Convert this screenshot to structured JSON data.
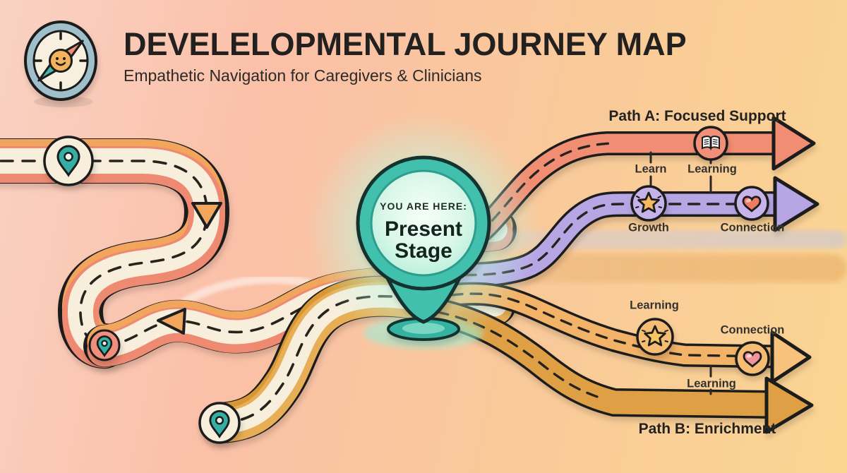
{
  "header": {
    "title": "DEVELELOPMENTAL JOURNEY MAP",
    "subtitle": "Empathetic Navigation for Caregivers & Clinicians",
    "logo_icon": "smiling-compass-icon"
  },
  "center_marker": {
    "eyebrow": "YOU ARE HERE:",
    "stage": "Present Stage",
    "icon": "map-pin-icon"
  },
  "branches": [
    {
      "id": "path-a",
      "title": "Path A: Focused Support",
      "color": "#F18D72",
      "milestones": [
        {
          "icon": "open-book-icon"
        }
      ],
      "waypoint_labels": [
        "Learn",
        "Learning"
      ]
    },
    {
      "id": "growth-track",
      "color": "#B7A5E4",
      "milestones": [
        {
          "icon": "star-icon",
          "label": "Growth"
        },
        {
          "icon": "heart-icon",
          "label": "Connection"
        }
      ]
    },
    {
      "id": "enrichment-upper-track",
      "color": "#F2B267",
      "milestones": [
        {
          "icon": "star-icon",
          "label": "Learning"
        },
        {
          "icon": "heart-icon",
          "label": "Connection"
        }
      ]
    },
    {
      "id": "path-b",
      "title": "Path B: Enrichment",
      "color": "#DFA045",
      "waypoint_labels": [
        "Learning"
      ]
    }
  ],
  "start_route": {
    "pin_icon": "location-pin-icon",
    "pin_count": 3
  },
  "colors": {
    "background_left": "#FBC2AB",
    "background_right": "#FBD592",
    "road_surface": "#F7EEDC",
    "road_outline": "#1E1E1E",
    "casing_orange": "#F2A55C",
    "casing_salmon": "#EE8A72",
    "casing_amber": "#D89733",
    "pin_teal": "#3FBFAC",
    "badge_lavender": "#C5B3EA",
    "badge_salmon": "#F28F79",
    "badge_light_orange": "#F5BD73",
    "star_orange": "#F4B95F",
    "heart_coral": "#EE7B63",
    "heart_pink": "#F2939B",
    "text_dark": "#232323"
  }
}
